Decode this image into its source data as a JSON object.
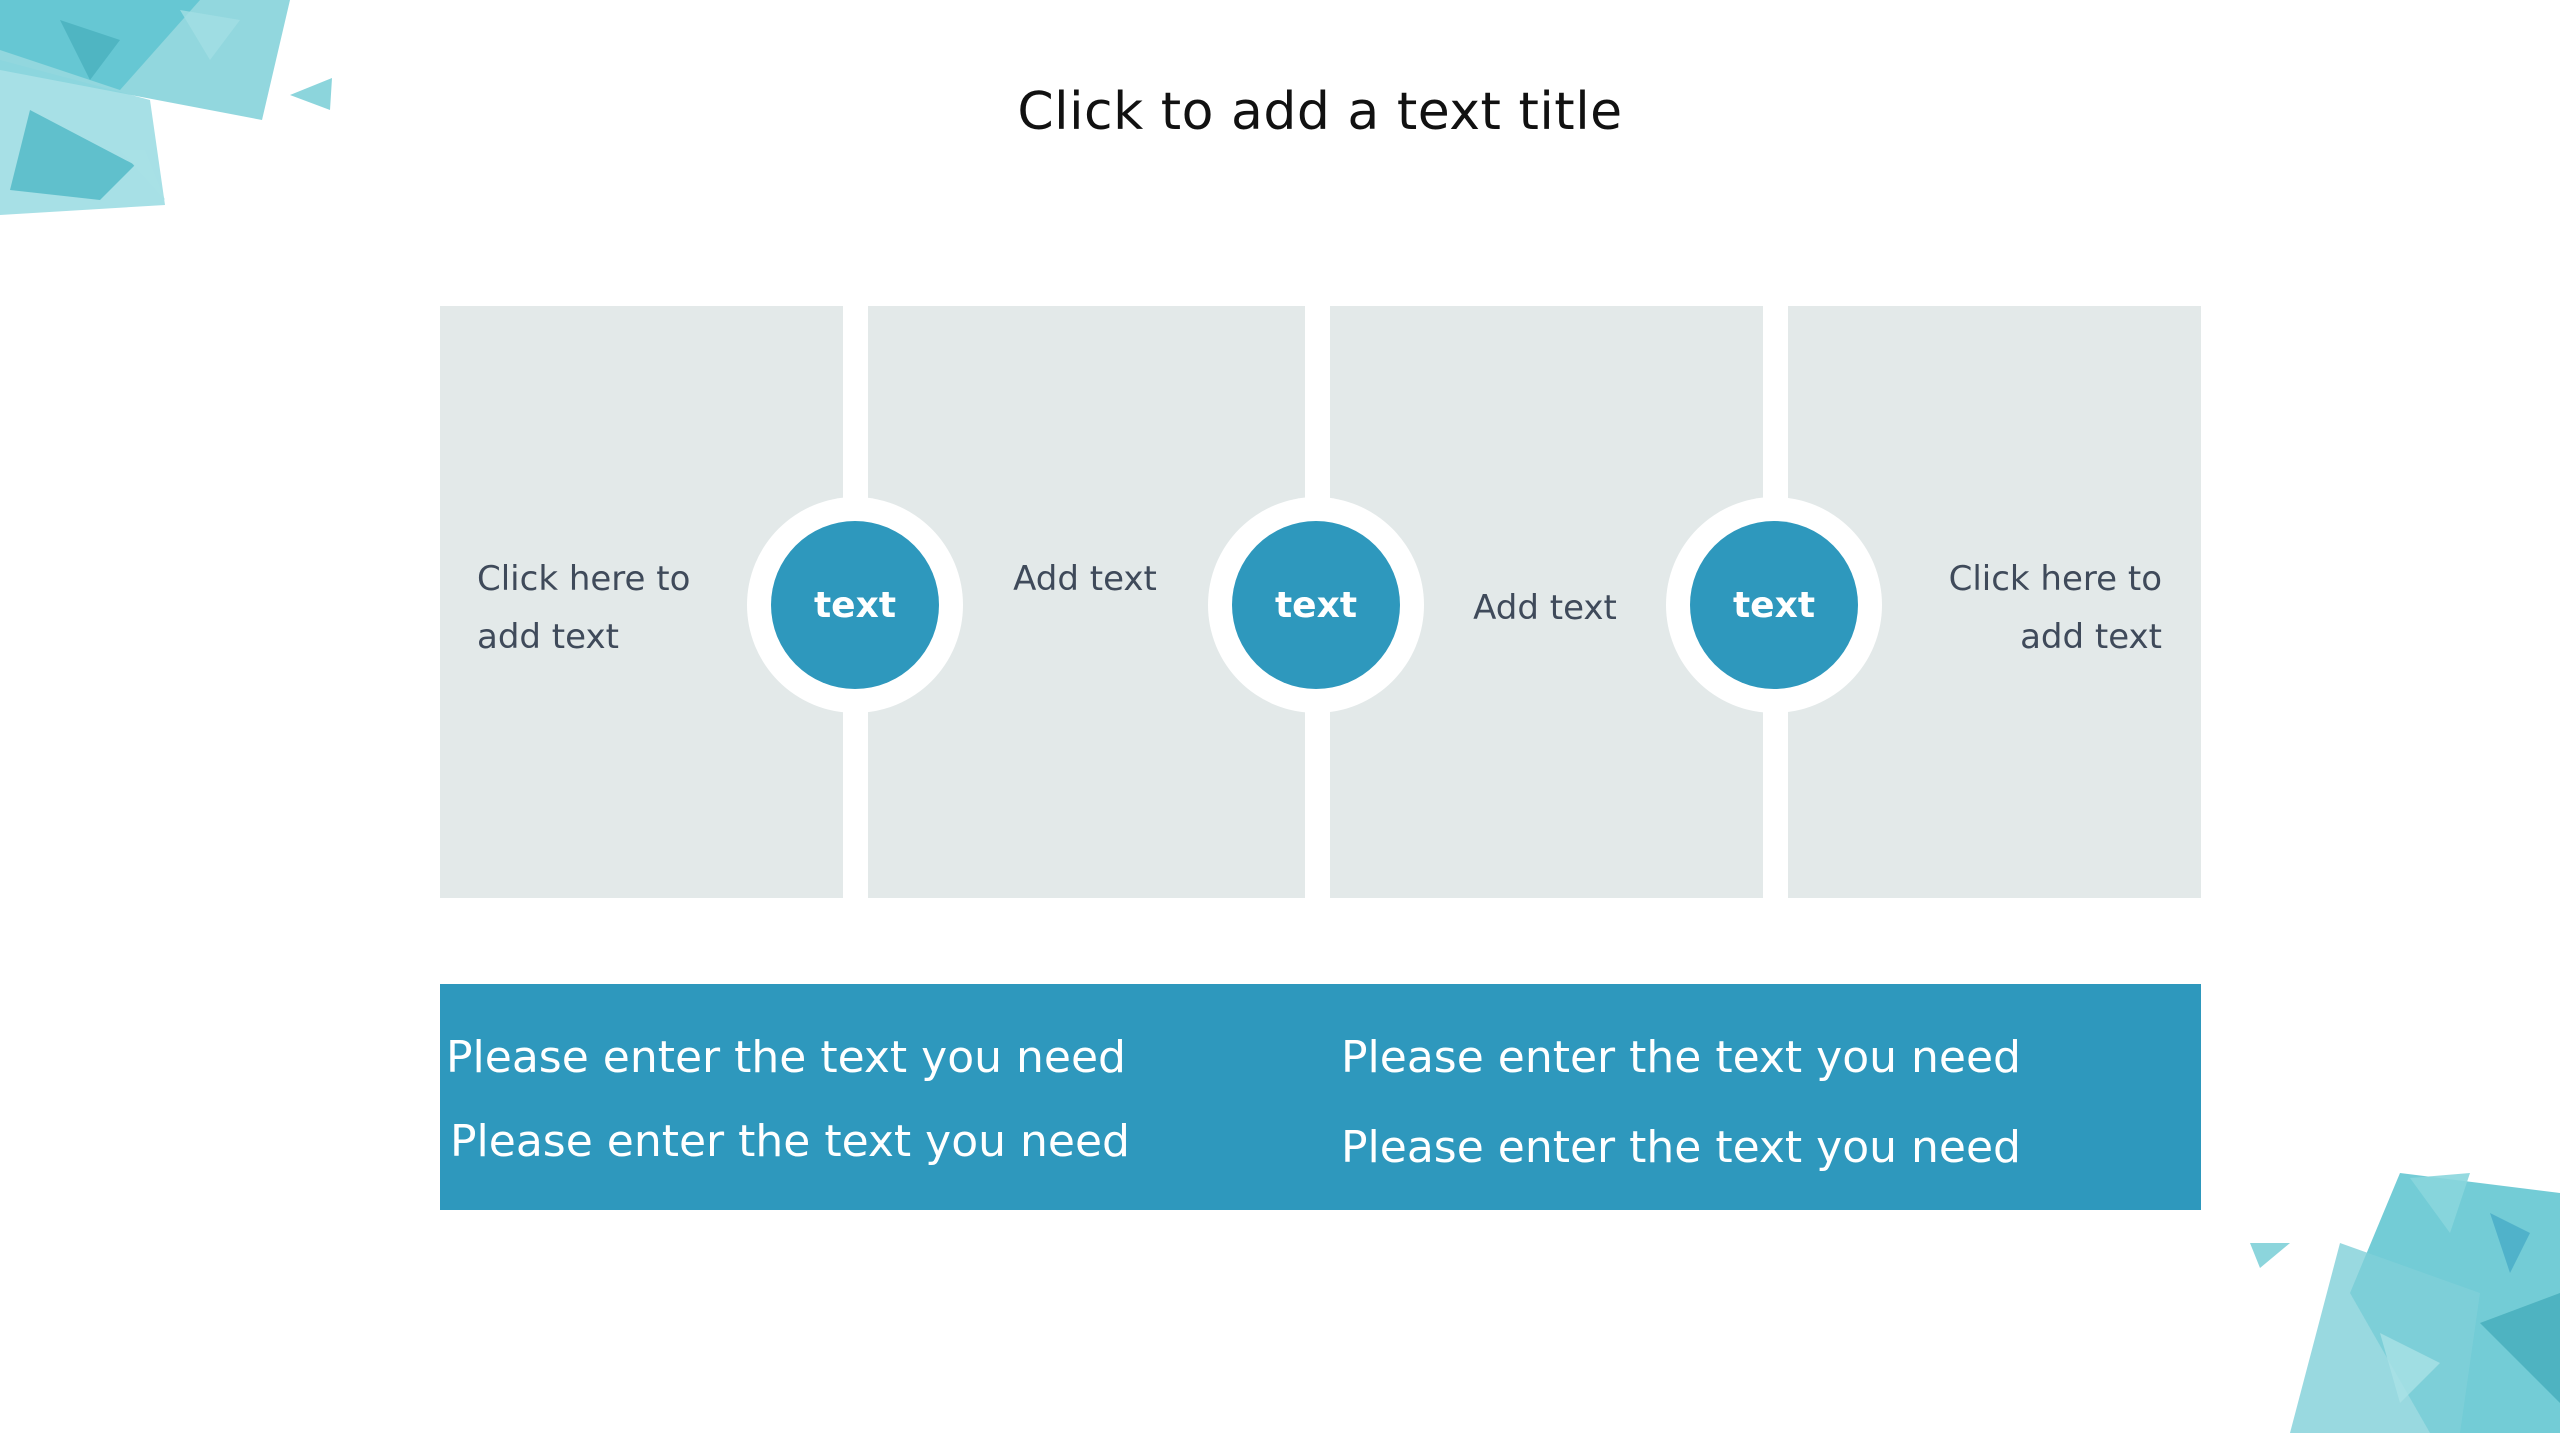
{
  "slide": {
    "title": "Click to add a text title",
    "panels": [
      {
        "text": "Click here to add text"
      },
      {
        "text": "Add text"
      },
      {
        "text": "Add text"
      },
      {
        "text": "Click here to add text"
      }
    ],
    "nodes": [
      {
        "label": "text"
      },
      {
        "label": "text"
      },
      {
        "label": "text"
      }
    ],
    "band": {
      "lines": [
        "Please enter the text you need",
        "Please enter the text you need",
        "Please enter the text you need",
        "Please enter the text you need"
      ]
    }
  },
  "colors": {
    "accent": "#2e98bd",
    "panel": "#e3e9e9",
    "decor": "#5bc3cf"
  }
}
